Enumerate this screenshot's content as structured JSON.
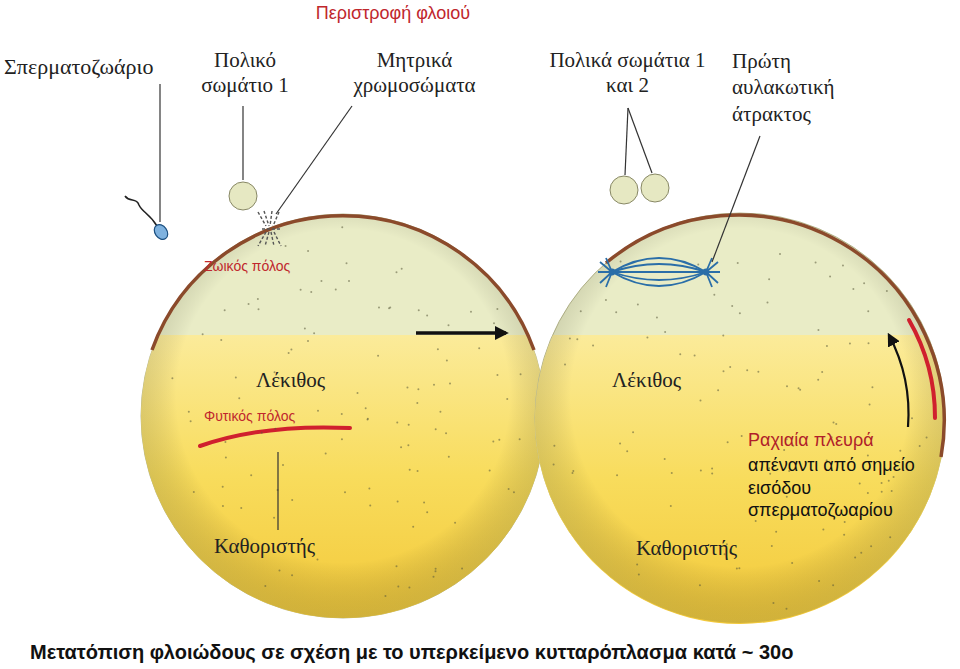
{
  "diagram": {
    "title": "Περιστροφή φλοιού",
    "caption": "Μετατόπιση φλοιώδους σε σχέση με το υπερκείμενο κυτταρόπλασμα κατά ~ 30ο",
    "labels": [
      "Σπερματοζωάριο",
      "Πολικό σωμάτιο 1",
      "Μητρικά χρωμοσώματα",
      "Πολικά σωμάτια 1 και 2",
      "Πρώτη αυλακωτική άτρακτος",
      "Ζωικός πόλος",
      "Λέκιθος",
      "Φυτικός πόλος",
      "Λέκιθος",
      "Ραχιαία πλευρά",
      "απέναντι από σημείο εισόδου σπερματοζωαρίου",
      "Καθοριστής",
      "Καθοριστής"
    ]
  }
}
